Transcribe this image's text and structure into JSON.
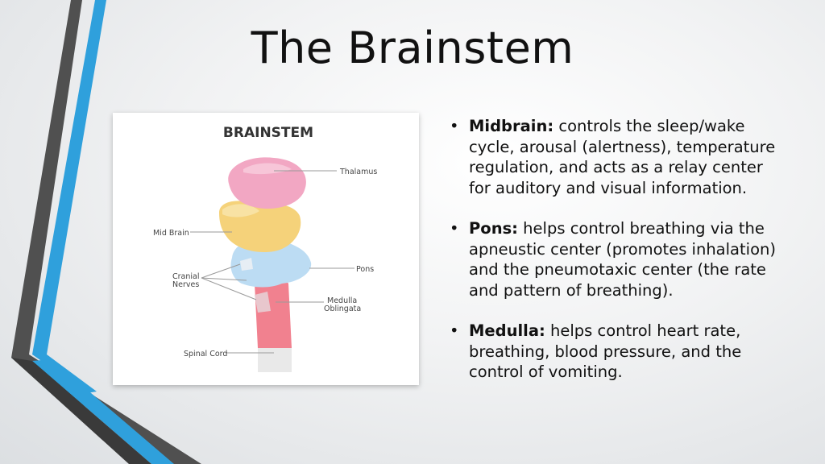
{
  "slide": {
    "title": "The Brainstem"
  },
  "figure": {
    "heading": "BRAINSTEM",
    "labels": {
      "thalamus": "Thalamus",
      "mid_brain": "Mid Brain",
      "pons": "Pons",
      "cranial_1": "Cranial",
      "cranial_2": "Nerves",
      "medulla_1": "Medulla",
      "medulla_2": "Oblingata",
      "spinal_cord": "Spinal Cord"
    }
  },
  "bullets": [
    {
      "marker": "•",
      "term": "Midbrain:",
      "text": " controls the sleep/wake cycle, arousal (alertness), temperature regulation, and acts as a relay center for auditory and visual information."
    },
    {
      "marker": "•",
      "term": "Pons:",
      "text": " helps control breathing via the  apneustic center (promotes inhalation) and the pneumotaxic center (the rate and pattern of breathing)."
    },
    {
      "marker": "•",
      "term": "Medulla:",
      "text": " helps control heart rate, breathing, blood pressure, and the control of vomiting."
    }
  ],
  "colors": {
    "accent_blue": "#2fa0dc",
    "dark_gray": "#4a4a4a",
    "thalamus": "#f2a7c3",
    "midbrain": "#f5d27a",
    "pons": "#bcdcf3",
    "medulla": "#f1818f",
    "spinal": "#e9e9e9"
  }
}
